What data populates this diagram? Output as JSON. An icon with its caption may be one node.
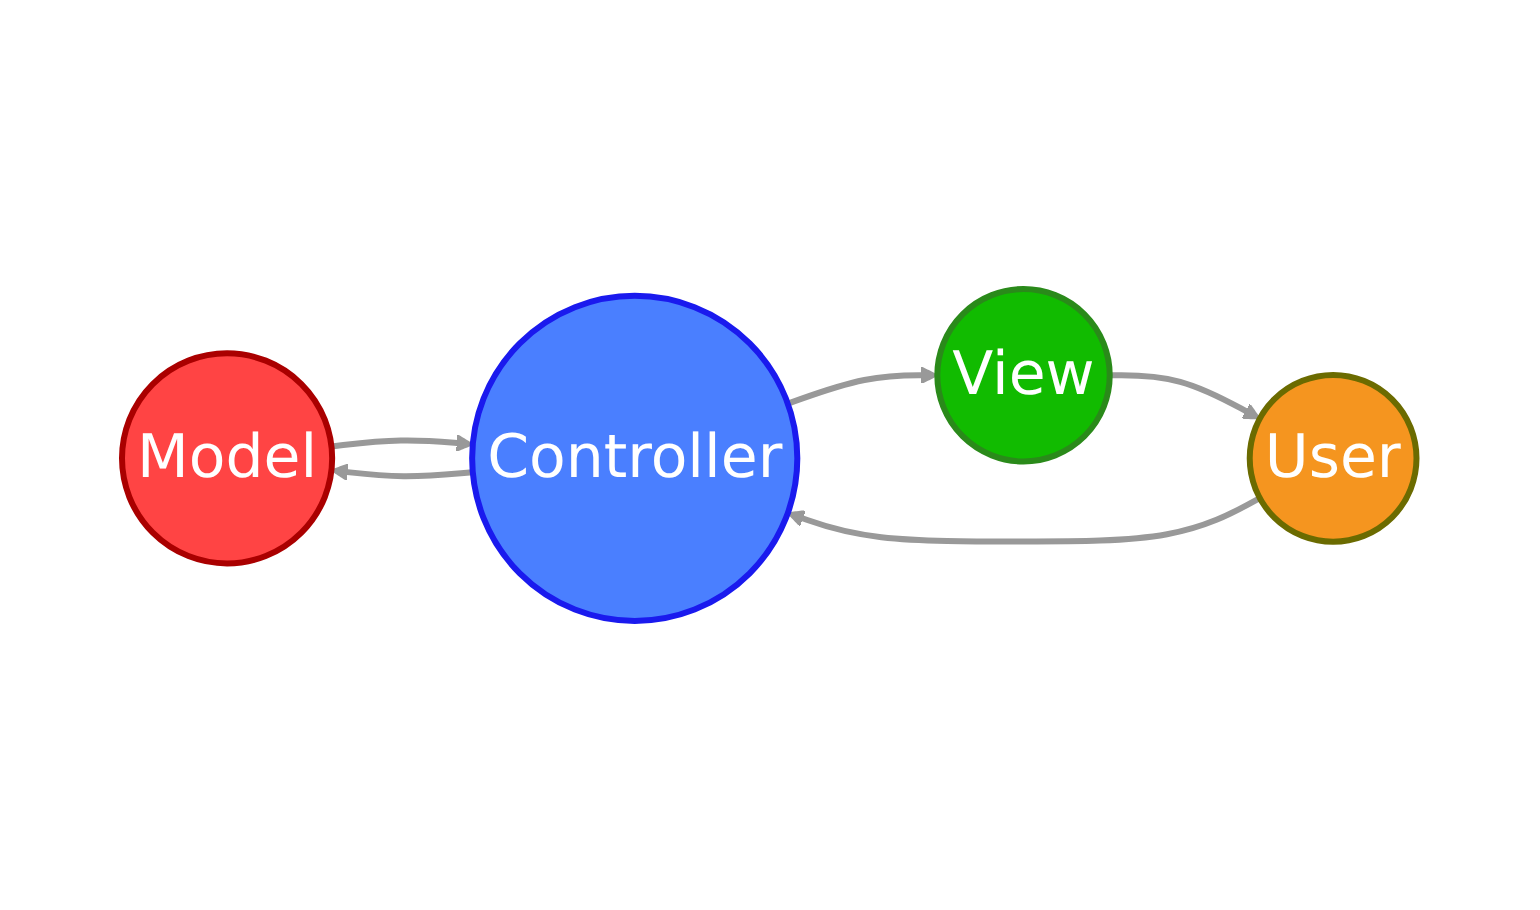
{
  "diagram": {
    "nodes": [
      {
        "text": [
          "Model"
        ]
      },
      {
        "text": [
          "Controller"
        ]
      },
      {
        "text": [
          "View"
        ]
      },
      {
        "text": [
          "User"
        ]
      }
    ],
    "edges": [
      {
        "from": 0,
        "to": 1,
        "arrow": "to"
      },
      {
        "from": 1,
        "to": 0,
        "arrow": "to"
      },
      {
        "from": 1,
        "to": 2,
        "arrow": "to"
      },
      {
        "from": 2,
        "to": 3,
        "arrow": "to"
      },
      {
        "from": 3,
        "to": 1,
        "arrow": "to"
      }
    ]
  }
}
